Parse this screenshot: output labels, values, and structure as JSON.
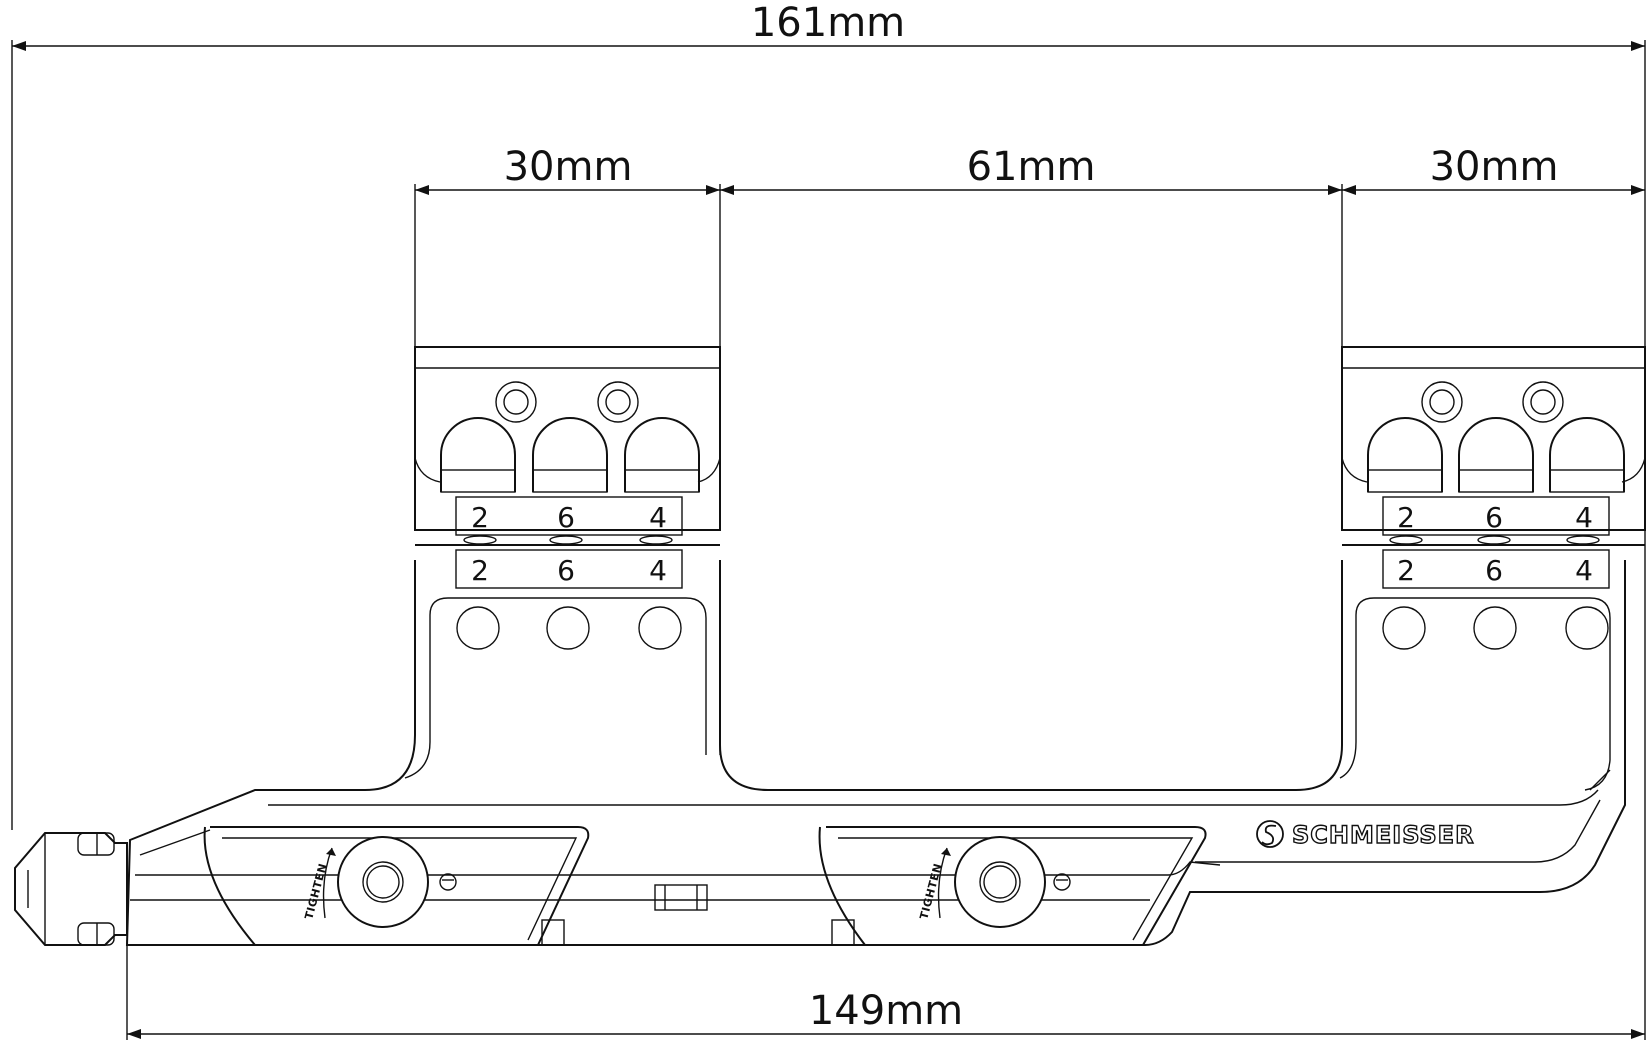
{
  "dimensions": {
    "overall_length": "161mm",
    "base_length": "149mm",
    "front_ring_width": "30mm",
    "ring_spacing": "61mm",
    "rear_ring_width": "30mm"
  },
  "ring_markings": {
    "top_row": [
      "2",
      "6",
      "4"
    ],
    "bottom_row": [
      "2",
      "6",
      "4"
    ]
  },
  "brand": "SCHMEISSER",
  "lever_labels": [
    "TIGHTEN",
    "TIGHTEN"
  ]
}
